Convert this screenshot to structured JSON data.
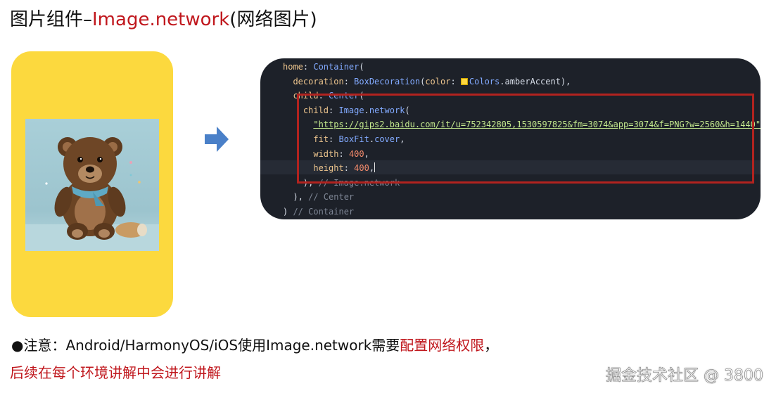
{
  "title": {
    "prefix": "图片组件–",
    "highlight": "Image.network",
    "suffix": "(网络图片)"
  },
  "code_lines": [
    [
      {
        "c": "k",
        "t": "home"
      },
      {
        "c": "p",
        "t": ": "
      },
      {
        "c": "t",
        "t": "Container"
      },
      {
        "c": "p",
        "t": "("
      }
    ],
    [
      {
        "c": "p",
        "t": "  "
      },
      {
        "c": "k",
        "t": "decoration"
      },
      {
        "c": "p",
        "t": ": "
      },
      {
        "c": "t",
        "t": "BoxDecoration"
      },
      {
        "c": "p",
        "t": "("
      },
      {
        "c": "k",
        "t": "color"
      },
      {
        "c": "p",
        "t": ": "
      },
      {
        "c": "swatch",
        "t": ""
      },
      {
        "c": "t",
        "t": "Colors"
      },
      {
        "c": "p",
        "t": ".amberAccent),"
      }
    ],
    [
      {
        "c": "p",
        "t": "  "
      },
      {
        "c": "k",
        "t": "child"
      },
      {
        "c": "p",
        "t": ": "
      },
      {
        "c": "t",
        "t": "Center"
      },
      {
        "c": "p",
        "t": "("
      }
    ],
    [
      {
        "c": "p",
        "t": "    "
      },
      {
        "c": "k",
        "t": "child"
      },
      {
        "c": "p",
        "t": ": "
      },
      {
        "c": "t",
        "t": "Image"
      },
      {
        "c": "p",
        "t": "."
      },
      {
        "c": "t",
        "t": "network"
      },
      {
        "c": "p",
        "t": "("
      }
    ],
    [
      {
        "c": "p",
        "t": "      "
      },
      {
        "c": "s",
        "t": "\"https://gips2.baidu.com/it/u=752342805,1530597825&fm=3074&app=3074&f=PNG?w=2560&h=1440\""
      }
    ],
    [
      {
        "c": "p",
        "t": "      "
      },
      {
        "c": "k",
        "t": "fit"
      },
      {
        "c": "p",
        "t": ": "
      },
      {
        "c": "t",
        "t": "BoxFit"
      },
      {
        "c": "p",
        "t": "."
      },
      {
        "c": "t",
        "t": "cover"
      },
      {
        "c": "p",
        "t": ","
      }
    ],
    [
      {
        "c": "p",
        "t": "      "
      },
      {
        "c": "k",
        "t": "width"
      },
      {
        "c": "p",
        "t": ": "
      },
      {
        "c": "n",
        "t": "400"
      },
      {
        "c": "p",
        "t": ","
      }
    ],
    [
      {
        "c": "p",
        "t": "      "
      },
      {
        "c": "k",
        "t": "height"
      },
      {
        "c": "p",
        "t": ": "
      },
      {
        "c": "n",
        "t": "400"
      },
      {
        "c": "p",
        "t": ","
      },
      {
        "c": "cursor",
        "t": ""
      }
    ],
    [
      {
        "c": "p",
        "t": "    ), "
      },
      {
        "c": "c",
        "t": "// Image.network"
      }
    ],
    [
      {
        "c": "p",
        "t": "  ), "
      },
      {
        "c": "c",
        "t": "// Center"
      }
    ],
    [
      {
        "c": "p",
        "t": ") "
      },
      {
        "c": "c",
        "t": "// Container"
      }
    ]
  ],
  "note": {
    "bullet": "●",
    "prefix": "注意：Android/HarmonyOS/iOS使用Image.network需要",
    "highlight": "配置网络权限",
    "suffix": "，",
    "line2": "后续在每个环境讲解中会进行讲解"
  },
  "watermark": "掘金技术社区 @ 3800",
  "colors": {
    "accent_red": "#c0171d",
    "phone_yellow": "#fcd93e",
    "arrow_blue": "#4a80c8",
    "code_bg": "#1d2129"
  },
  "icons": {
    "arrow": "arrow-right-icon",
    "bear": "teddy-bear-photo"
  }
}
